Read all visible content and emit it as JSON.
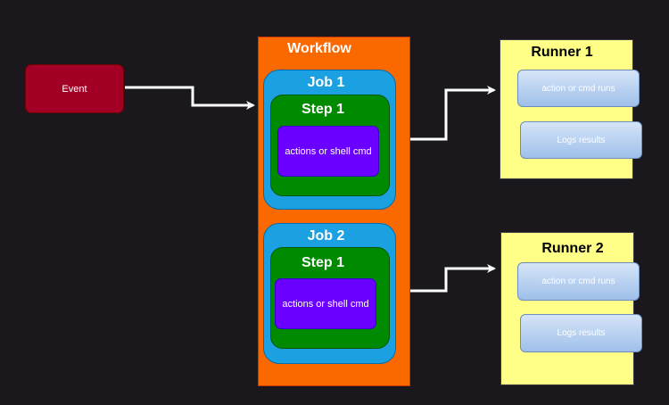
{
  "event": {
    "label": "Event"
  },
  "workflow": {
    "title": "Workflow",
    "jobs": [
      {
        "title": "Job 1",
        "step_title": "Step 1",
        "action": "actions or shell cmd"
      },
      {
        "title": "Job 2",
        "step_title": "Step 1",
        "action": "actions or shell cmd"
      }
    ]
  },
  "runners": [
    {
      "title": "Runner 1",
      "items": [
        "action or cmd runs",
        "Logs results"
      ]
    },
    {
      "title": "Runner 2",
      "items": [
        "action or cmd runs",
        "Logs results"
      ]
    }
  ],
  "colors": {
    "background": "#1a171d",
    "event": "#a20025",
    "workflow": "#fa6800",
    "job": "#1ba1e2",
    "step": "#008a00",
    "action": "#6a00ff",
    "runner": "#ffff88",
    "connector": "#ffffff"
  }
}
